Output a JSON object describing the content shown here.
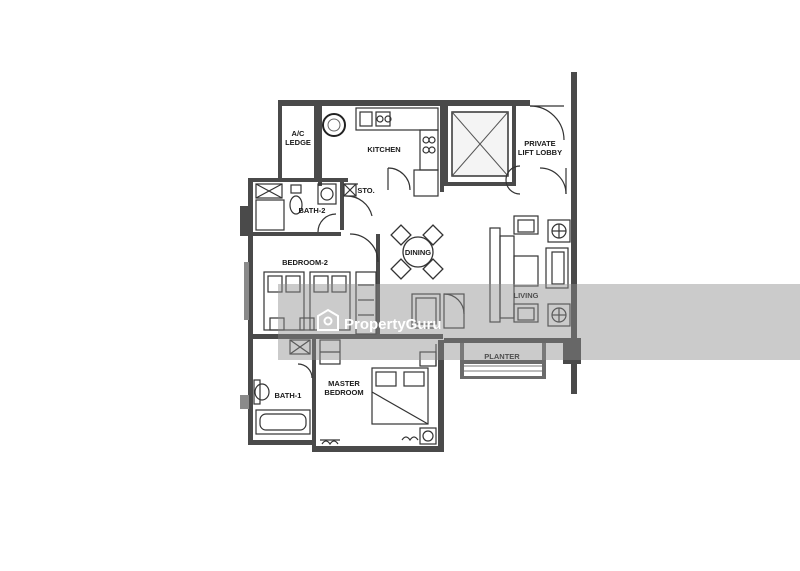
{
  "floorplan": {
    "rooms": {
      "ac_ledge": [
        "A/C",
        "LEDGE"
      ],
      "kitchen": "KITCHEN",
      "private_lift_lobby": [
        "PRIVATE",
        "LIFT LOBBY"
      ],
      "store": "STO.",
      "bath2": "BATH-2",
      "dining": "DINING",
      "bedroom2": "BEDROOM-2",
      "living": "LIVING",
      "planter": "PLANTER",
      "bath1": "BATH-1",
      "master_bedroom": [
        "MASTER",
        "BEDROOM"
      ]
    },
    "watermark": {
      "brand": "PropertyGuru"
    }
  }
}
